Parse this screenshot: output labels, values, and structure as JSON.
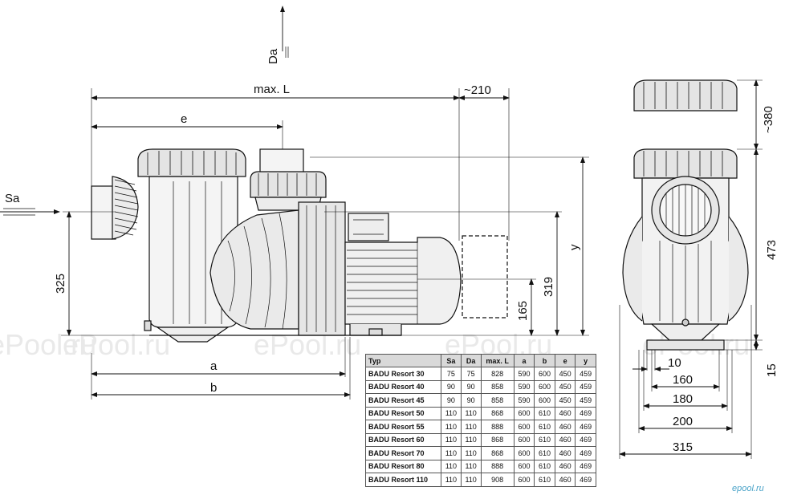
{
  "dimensions": {
    "sa": "Sa",
    "da": "Da",
    "max_l": "max. L",
    "approx_210": "~210",
    "e": "e",
    "a": "a",
    "b": "b",
    "y": "y",
    "h325": "325",
    "h319": "319",
    "h165": "165",
    "approx_380": "~380",
    "h473": "473",
    "h15": "15",
    "w10": "10",
    "w160": "160",
    "w180": "180",
    "w200": "200",
    "w315": "315"
  },
  "watermark": "ePool.ru",
  "brand": "epool.ru",
  "table": {
    "headers": [
      "Typ",
      "Sa",
      "Da",
      "max. L",
      "a",
      "b",
      "e",
      "y"
    ],
    "rows": [
      [
        "BADU Resort 30",
        "75",
        "75",
        "828",
        "590",
        "600",
        "450",
        "459"
      ],
      [
        "BADU Resort 40",
        "90",
        "90",
        "858",
        "590",
        "600",
        "450",
        "459"
      ],
      [
        "BADU Resort 45",
        "90",
        "90",
        "858",
        "590",
        "600",
        "450",
        "459"
      ],
      [
        "BADU Resort 50",
        "110",
        "110",
        "868",
        "600",
        "610",
        "460",
        "469"
      ],
      [
        "BADU Resort 55",
        "110",
        "110",
        "888",
        "600",
        "610",
        "460",
        "469"
      ],
      [
        "BADU Resort 60",
        "110",
        "110",
        "868",
        "600",
        "610",
        "460",
        "469"
      ],
      [
        "BADU Resort 70",
        "110",
        "110",
        "868",
        "600",
        "610",
        "460",
        "469"
      ],
      [
        "BADU Resort 80",
        "110",
        "110",
        "888",
        "600",
        "610",
        "460",
        "469"
      ],
      [
        "BADU Resort 110",
        "110",
        "110",
        "908",
        "600",
        "610",
        "460",
        "469"
      ]
    ]
  }
}
